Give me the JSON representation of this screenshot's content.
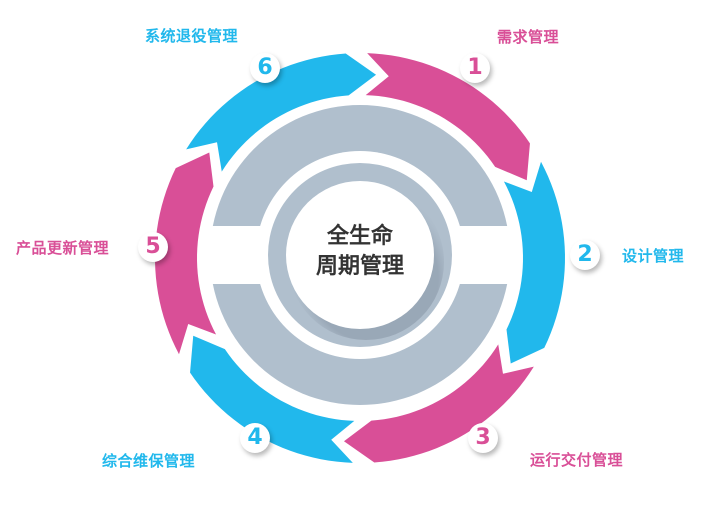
{
  "center": {
    "line1": "全生命",
    "line2": "周期管理"
  },
  "colors": {
    "pink": "#d94f97",
    "blue": "#21b8ec",
    "gray": "#b0bfcd",
    "text": "#333333"
  },
  "stages": [
    {
      "number": "1",
      "label": "需求管理",
      "color": "pink"
    },
    {
      "number": "2",
      "label": "设计管理",
      "color": "blue"
    },
    {
      "number": "3",
      "label": "运行交付管理",
      "color": "pink"
    },
    {
      "number": "4",
      "label": "综合维保管理",
      "color": "blue"
    },
    {
      "number": "5",
      "label": "产品更新管理",
      "color": "pink"
    },
    {
      "number": "6",
      "label": "系统退役管理",
      "color": "blue"
    }
  ]
}
